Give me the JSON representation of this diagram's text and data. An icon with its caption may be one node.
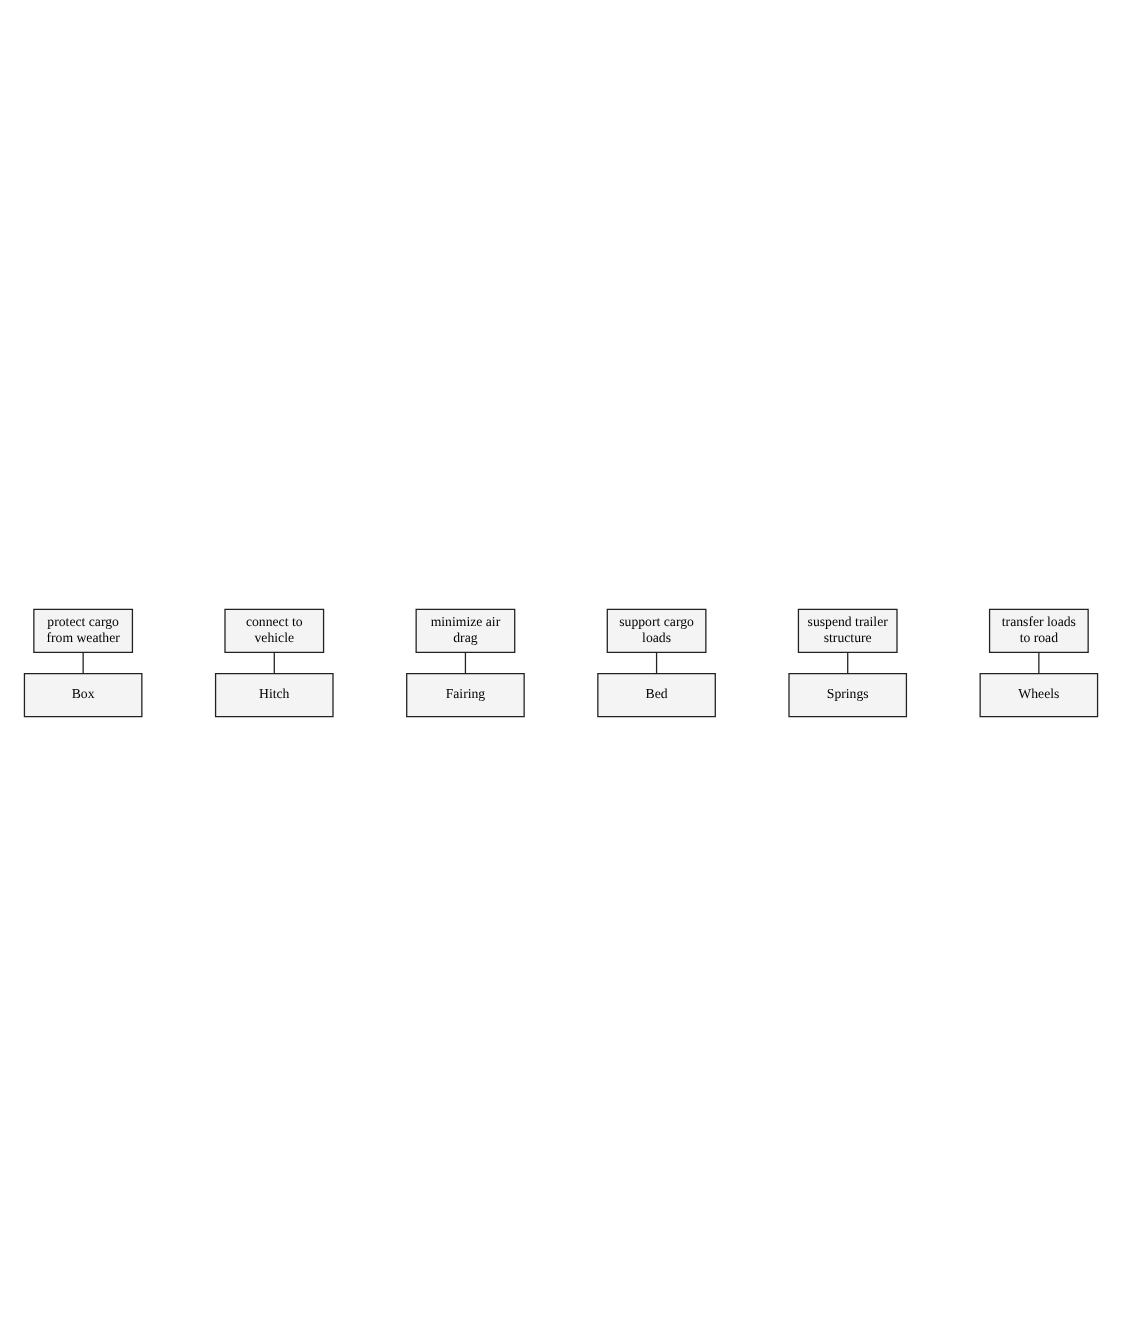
{
  "diagram": {
    "nodes": [
      {
        "text": [
          "protect cargo from weather"
        ]
      },
      {
        "text": [
          "Box"
        ]
      },
      {
        "text": [
          "connect to vehicle"
        ]
      },
      {
        "text": [
          "Hitch"
        ]
      },
      {
        "text": [
          "minimize air drag"
        ]
      },
      {
        "text": [
          "Fairing"
        ]
      },
      {
        "text": [
          "support cargo loads"
        ]
      },
      {
        "text": [
          "Bed"
        ]
      },
      {
        "text": [
          "suspend trailer structure"
        ]
      },
      {
        "text": [
          "Springs"
        ]
      },
      {
        "text": [
          "transfer loads to road"
        ]
      },
      {
        "text": [
          "Wheels"
        ]
      }
    ],
    "edges": [
      {
        "from": 0,
        "to": 1,
        "arrow": "none"
      },
      {
        "from": 2,
        "to": 3,
        "arrow": "none"
      },
      {
        "from": 4,
        "to": 5,
        "arrow": "none"
      },
      {
        "from": 6,
        "to": 7,
        "arrow": "none"
      },
      {
        "from": 8,
        "to": 9,
        "arrow": "none"
      },
      {
        "from": 10,
        "to": 11,
        "arrow": "none"
      }
    ]
  }
}
